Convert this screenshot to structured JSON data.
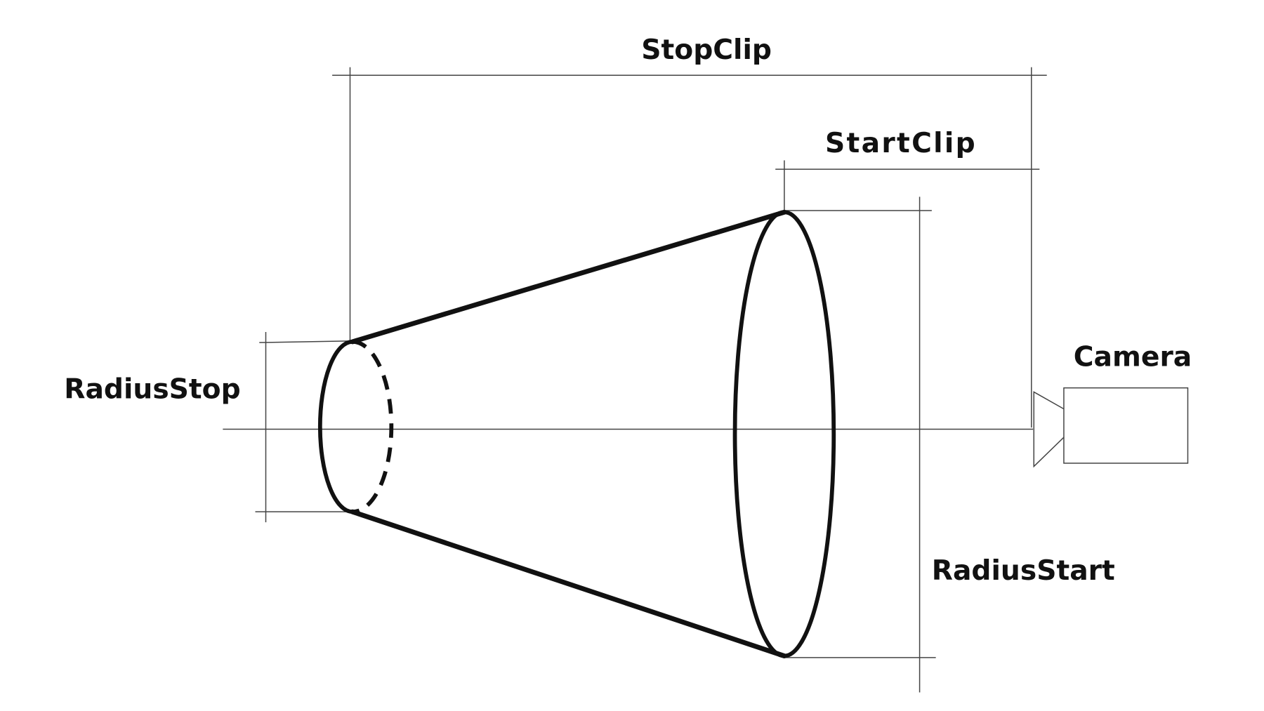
{
  "labels": {
    "stop_clip": "StopClip",
    "start_clip": "StartClip",
    "camera": "Camera",
    "radius_stop": "RadiusStop",
    "radius_start": "RadiusStart"
  },
  "colors": {
    "stroke": "#111111",
    "guide": "#444444",
    "background": "#ffffff"
  }
}
